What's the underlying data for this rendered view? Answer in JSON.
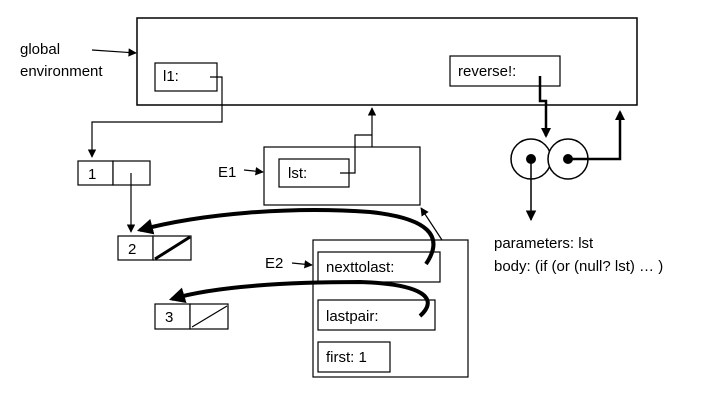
{
  "global_label": {
    "line1": "global",
    "line2": "environment"
  },
  "global_frame": {
    "bindings": [
      {
        "name": "l1:"
      },
      {
        "name": "reverse!:"
      }
    ]
  },
  "frames": {
    "e1": {
      "label": "E1",
      "bindings": [
        {
          "name": "lst:"
        }
      ]
    },
    "e2": {
      "label": "E2",
      "bindings": [
        {
          "name": "nexttolast:"
        },
        {
          "name": "lastpair:"
        },
        {
          "name": "first: 1"
        }
      ]
    }
  },
  "pairs": [
    {
      "car": "1"
    },
    {
      "car": "2",
      "cdr": "null"
    },
    {
      "car": "3",
      "cdr": "null"
    }
  ],
  "procedure": {
    "parameters": "parameters: lst",
    "body": "body: (if (or (null? lst) … )"
  }
}
